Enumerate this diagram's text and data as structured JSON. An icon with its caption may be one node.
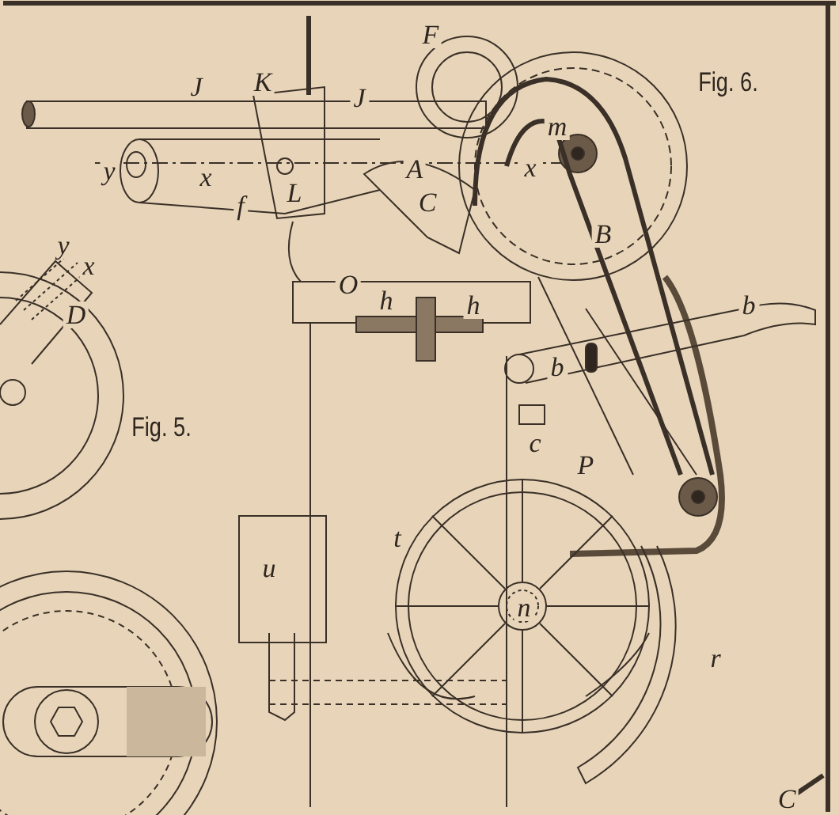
{
  "diagram": {
    "labels": [
      "F",
      "J",
      "K",
      "Fig. 6.",
      "J",
      "m",
      "y",
      "x",
      "A",
      "x",
      "f",
      "L",
      "C",
      "B",
      "y",
      "x",
      "D",
      "O",
      "h",
      "h",
      "b",
      "b",
      "Fig. 5.",
      "c",
      "P",
      "t",
      "u",
      "n",
      "r",
      "C"
    ]
  }
}
